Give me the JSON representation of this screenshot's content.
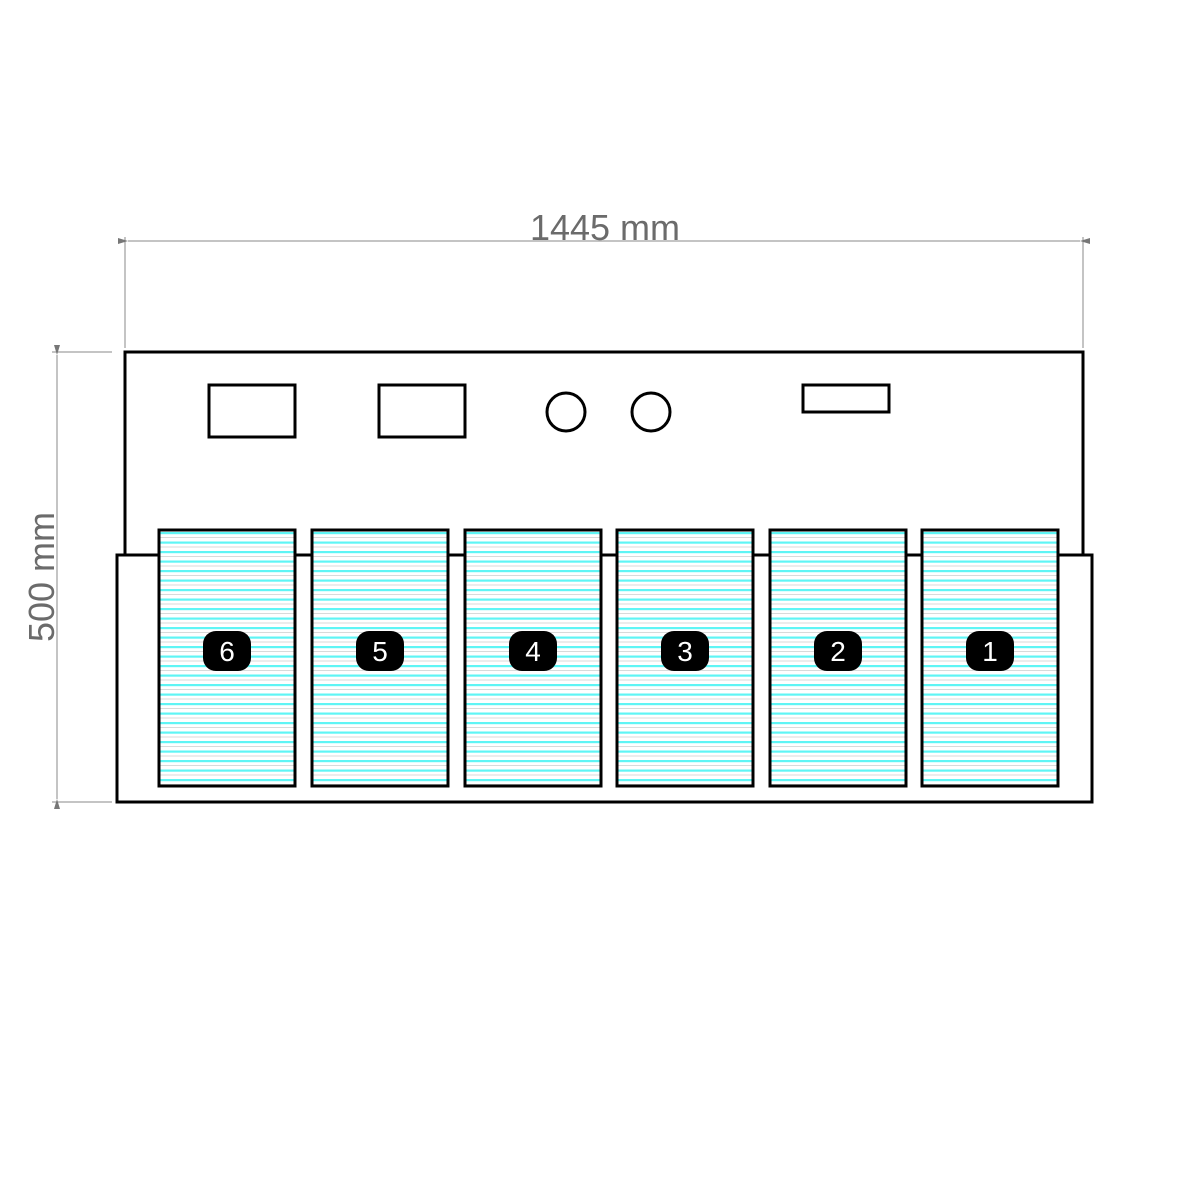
{
  "dimensions": {
    "width_label": "1445 mm",
    "height_label": "500 mm"
  },
  "drawers": [
    {
      "number": "6"
    },
    {
      "number": "5"
    },
    {
      "number": "4"
    },
    {
      "number": "3"
    },
    {
      "number": "2"
    },
    {
      "number": "1"
    }
  ],
  "colors": {
    "outline": "#000000",
    "dimension": "#777777",
    "stripe": "#5ff5f5",
    "stripe_alt": "#d8dada"
  }
}
